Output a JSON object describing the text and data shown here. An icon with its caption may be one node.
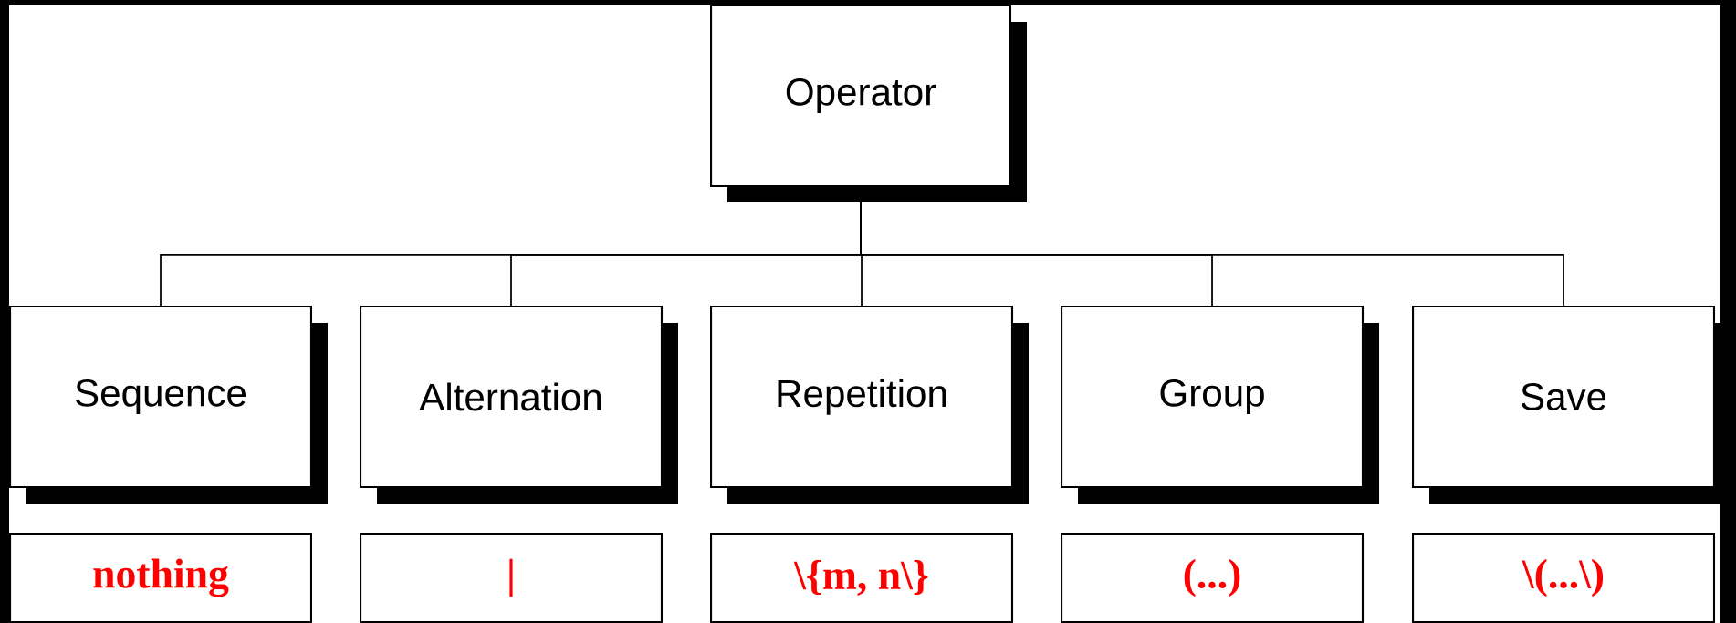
{
  "diagram": {
    "nodes": [
      {
        "text": [
          "Operator"
        ]
      },
      {
        "text": [
          "Sequence"
        ]
      },
      {
        "text": [
          "Alternation"
        ]
      },
      {
        "text": [
          "Repetition"
        ]
      },
      {
        "text": [
          "Group"
        ]
      },
      {
        "text": [
          "Save"
        ]
      },
      {
        "text": [
          "nothing"
        ]
      },
      {
        "text": [
          "|"
        ]
      },
      {
        "text": [
          "\\{m, n\\}"
        ]
      },
      {
        "text": [
          "(...)"
        ]
      },
      {
        "text": [
          "\\(...\\)"
        ]
      }
    ],
    "edges": [
      {
        "from": 0,
        "to": 1,
        "arrow": "none"
      },
      {
        "from": 0,
        "to": 2,
        "arrow": "none"
      },
      {
        "from": 0,
        "to": 3,
        "arrow": "none"
      },
      {
        "from": 0,
        "to": 4,
        "arrow": "none"
      },
      {
        "from": 0,
        "to": 5,
        "arrow": "none"
      }
    ]
  }
}
